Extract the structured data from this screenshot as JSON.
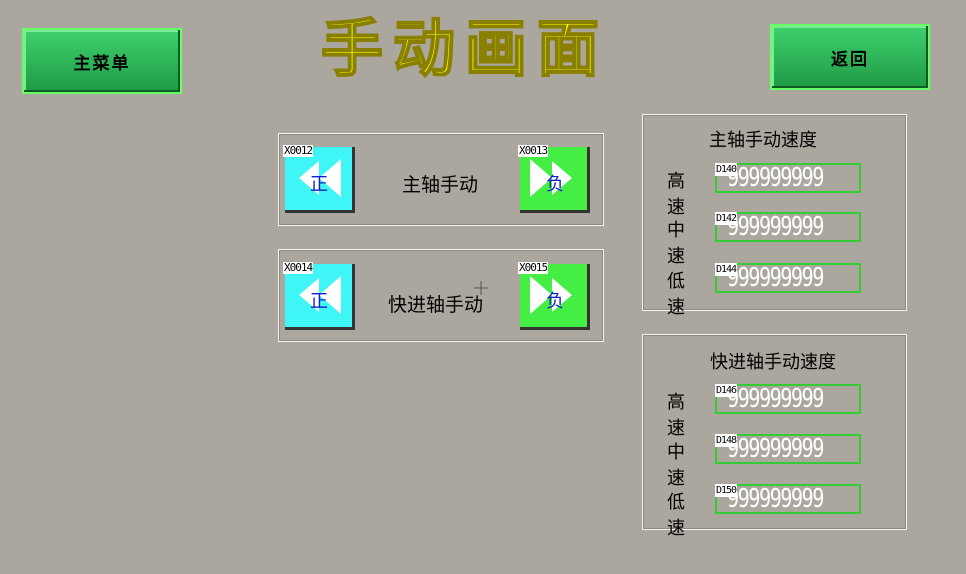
{
  "header": {
    "title": "手动画面",
    "main_menu_label": "主菜单",
    "back_label": "返回"
  },
  "spindle_jog": {
    "caption": "主轴手动",
    "positive": {
      "address": "X0012",
      "label": "正"
    },
    "negative": {
      "address": "X0013",
      "label": "负"
    }
  },
  "rapid_jog": {
    "caption": "快进轴手动",
    "positive": {
      "address": "X0014",
      "label": "正"
    },
    "negative": {
      "address": "X0015",
      "label": "负"
    }
  },
  "spindle_speed": {
    "title": "主轴手动速度",
    "rows": [
      {
        "label": "高速",
        "register": "D140",
        "value": "999999999"
      },
      {
        "label": "中速",
        "register": "D142",
        "value": "999999999"
      },
      {
        "label": "低速",
        "register": "D144",
        "value": "999999999"
      }
    ]
  },
  "rapid_speed": {
    "title": "快进轴手动速度",
    "rows": [
      {
        "label": "高速",
        "register": "D146",
        "value": "999999999"
      },
      {
        "label": "中速",
        "register": "D148",
        "value": "999999999"
      },
      {
        "label": "低速",
        "register": "D150",
        "value": "999999999"
      }
    ]
  },
  "colors": {
    "background": "#aba79e",
    "positive_button": "#3ff5f5",
    "negative_button": "#44ee44",
    "title_fill": "#ffff00",
    "value_border": "#33cc33"
  }
}
